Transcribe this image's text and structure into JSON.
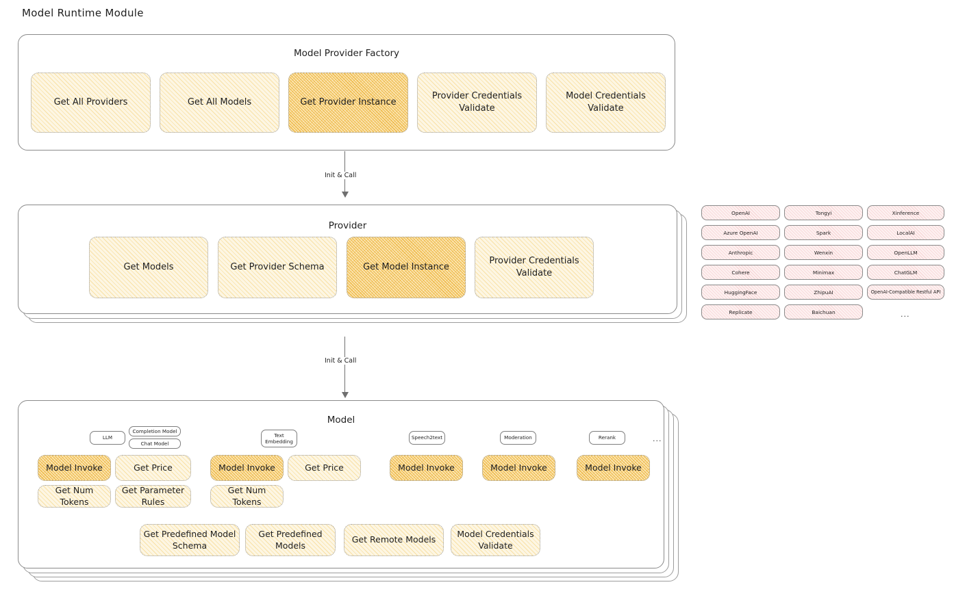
{
  "page": {
    "title": "Model Runtime Module"
  },
  "colors": {
    "accent_yellow": "#fdf6e3",
    "accent_yellow_strong": "#fbe6b4",
    "accent_pink": "#fdf1f1",
    "accent_blue": "#eef5fb",
    "stroke": "#8a8a8a",
    "text": "#1e1e1e"
  },
  "factory": {
    "title": "Model Provider Factory",
    "methods": [
      {
        "label": "Get All Providers",
        "highlight": false
      },
      {
        "label": "Get All Models",
        "highlight": false
      },
      {
        "label": "Get Provider Instance",
        "highlight": true
      },
      {
        "label": "Provider Credentials Validate",
        "highlight": false
      },
      {
        "label": "Model Credentials Validate",
        "highlight": false
      }
    ]
  },
  "arrows": [
    {
      "label": "Init & Call"
    },
    {
      "label": "Init & Call"
    }
  ],
  "provider": {
    "title": "Provider",
    "methods": [
      {
        "label": "Get Models",
        "highlight": false
      },
      {
        "label": "Get Provider Schema",
        "highlight": false
      },
      {
        "label": "Get Model Instance",
        "highlight": true
      },
      {
        "label": "Provider Credentials Validate",
        "highlight": false
      }
    ]
  },
  "provider_list": {
    "ellipsis": "...",
    "columns": [
      {
        "items": [
          "OpenAI",
          "Azure OpenAI",
          "Anthropic",
          "Cohere",
          "HuggingFace",
          "Replicate"
        ]
      },
      {
        "items": [
          "Tongyi",
          "Spark",
          "Wenxin",
          "Minimax",
          "ZhipuAI",
          "Baichuan"
        ]
      },
      {
        "items": [
          "Xinference",
          "LocalAI",
          "OpenLLM",
          "ChatGLM",
          "OpenAI-Compatible Restful API"
        ]
      }
    ]
  },
  "model": {
    "title": "Model",
    "ellipsis": "...",
    "capabilities": [
      {
        "name": "LLM",
        "style": "blue",
        "sub_badges": [
          "Completion Model",
          "Chat Model"
        ],
        "methods": [
          {
            "label": "Model Invoke",
            "highlight": true
          },
          {
            "label": "Get Price",
            "highlight": false
          },
          {
            "label": "Get Num Tokens",
            "highlight": false
          },
          {
            "label": "Get Parameter Rules",
            "highlight": false
          }
        ]
      },
      {
        "name": "Text Embedding",
        "style": "blue",
        "sub_badges": [],
        "methods": [
          {
            "label": "Model Invoke",
            "highlight": true
          },
          {
            "label": "Get Price",
            "highlight": false
          },
          {
            "label": "Get Num Tokens",
            "highlight": false
          }
        ]
      },
      {
        "name": "Speech2text",
        "style": "white",
        "sub_badges": [],
        "methods": [
          {
            "label": "Model Invoke",
            "highlight": true
          }
        ]
      },
      {
        "name": "Moderation",
        "style": "white",
        "sub_badges": [],
        "methods": [
          {
            "label": "Model Invoke",
            "highlight": true
          }
        ]
      },
      {
        "name": "Rerank",
        "style": "blue",
        "sub_badges": [],
        "methods": [
          {
            "label": "Model Invoke",
            "highlight": true
          }
        ]
      }
    ],
    "shared_methods": [
      {
        "label": "Get Predefined Model Schema"
      },
      {
        "label": "Get Predefined Models"
      },
      {
        "label": "Get Remote Models"
      },
      {
        "label": "Model Credentials Validate"
      }
    ]
  }
}
